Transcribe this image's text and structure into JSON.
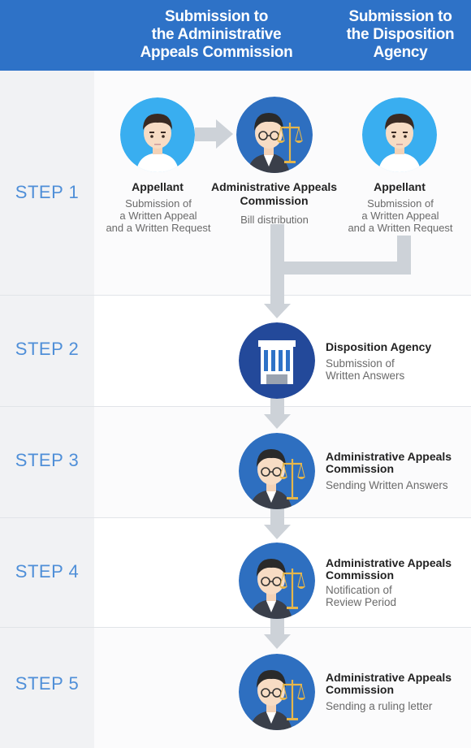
{
  "header": {
    "col1": [
      "Submission to",
      "the Administrative",
      "Appeals Commission"
    ],
    "col2": [
      "Submission to",
      "the Disposition",
      "Agency"
    ]
  },
  "steps": [
    "STEP 1",
    "STEP 2",
    "STEP 3",
    "STEP 4",
    "STEP 5"
  ],
  "step1": {
    "left": {
      "title": "Appellant",
      "lines": [
        "Submission of",
        "a Written Appeal",
        "and a Written Request"
      ]
    },
    "middle": {
      "title": [
        "Administrative Appeals",
        "Commission"
      ],
      "lines": [
        "Bill distribution"
      ]
    },
    "right": {
      "title": "Appellant",
      "lines": [
        "Submission of",
        "a Written Appeal",
        "and a Written Request"
      ]
    }
  },
  "step2": {
    "title": "Disposition Agency",
    "lines": [
      "Submission of",
      "Written Answers"
    ]
  },
  "step3": {
    "title": [
      "Administrative Appeals",
      "Commission"
    ],
    "lines": [
      "Sending Written Answers"
    ]
  },
  "step4": {
    "title": [
      "Administrative Appeals",
      "Commission"
    ],
    "lines": [
      "Notification of",
      "Review Period"
    ]
  },
  "step5": {
    "title": [
      "Administrative Appeals",
      "Commission"
    ],
    "lines": [
      "Sending a ruling letter"
    ]
  },
  "colors": {
    "header_blue": "#2e72c7",
    "step_text": "#4f8fd8",
    "appellant_circle": "#39aef0",
    "commission_circle": "#2e6fc0",
    "agency_circle": "#23499a",
    "arrow_gray": "#cdd2d8"
  },
  "icons": {
    "appellant": "person-icon",
    "commission": "judge-with-scales-icon",
    "agency": "building-icon"
  }
}
